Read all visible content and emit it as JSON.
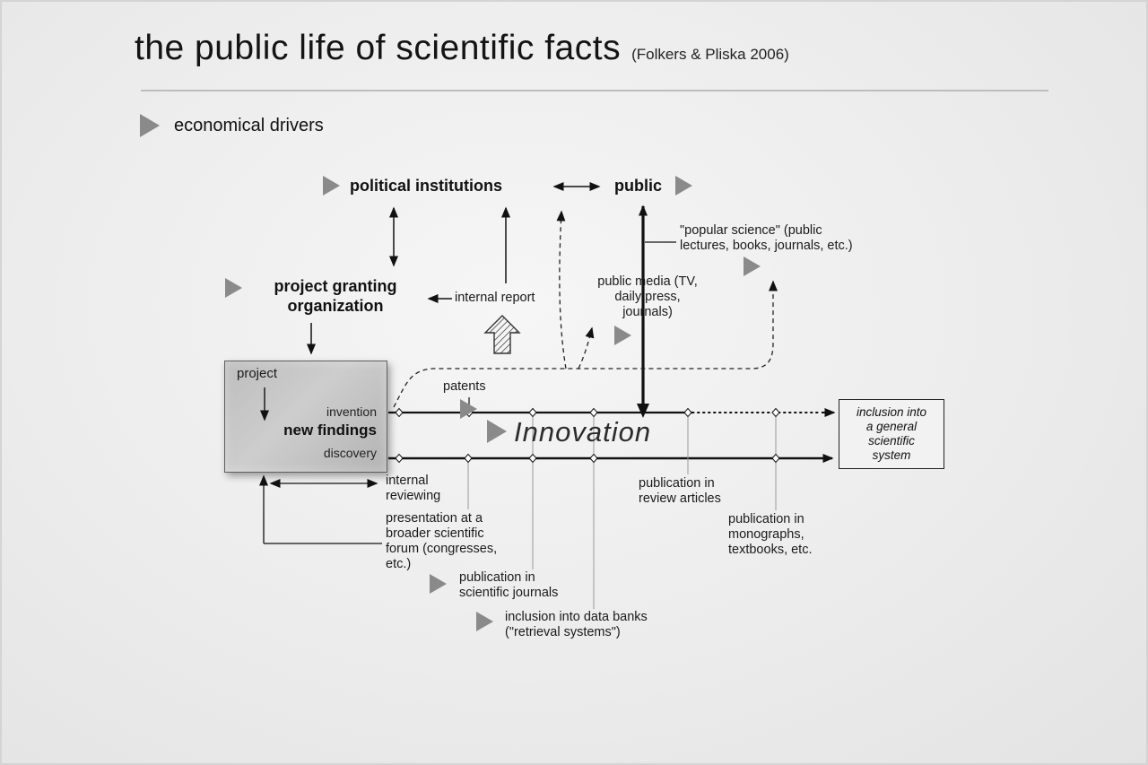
{
  "slide": {
    "title": "the public life of scientific facts",
    "citation": "(Folkers & Pliska 2006)",
    "drivers_label": "economical drivers"
  },
  "actors": {
    "political_institutions": "political institutions",
    "public": "public",
    "project_granting_organization": "project granting\norganization",
    "internal_report": "internal report",
    "public_media": "public media (TV,\ndaily press,\njournals)",
    "popular_science": "\"popular science\" (public\nlectures, books, journals, etc.)"
  },
  "project_box": {
    "project": "project",
    "invention": "invention",
    "new_findings": "new findings",
    "discovery": "discovery"
  },
  "flow": {
    "patents": "patents",
    "innovation": "Innovation",
    "internal_reviewing": "internal\nreviewing",
    "presentation": "presentation at a\nbroader scientific\nforum (congresses,\netc.)",
    "publication_journals": "publication in\nscientific journals",
    "data_banks": "inclusion into data banks\n(\"retrieval systems\")",
    "publication_reviews": "publication in\nreview articles",
    "publication_monographs": "publication in\nmonographs,\ntextbooks, etc.",
    "inclusion_general": "inclusion into\na general\nscientific\nsystem"
  },
  "colors": {
    "triangle": "#8a8a8a",
    "line": "#111111",
    "drop_line": "#999999"
  }
}
